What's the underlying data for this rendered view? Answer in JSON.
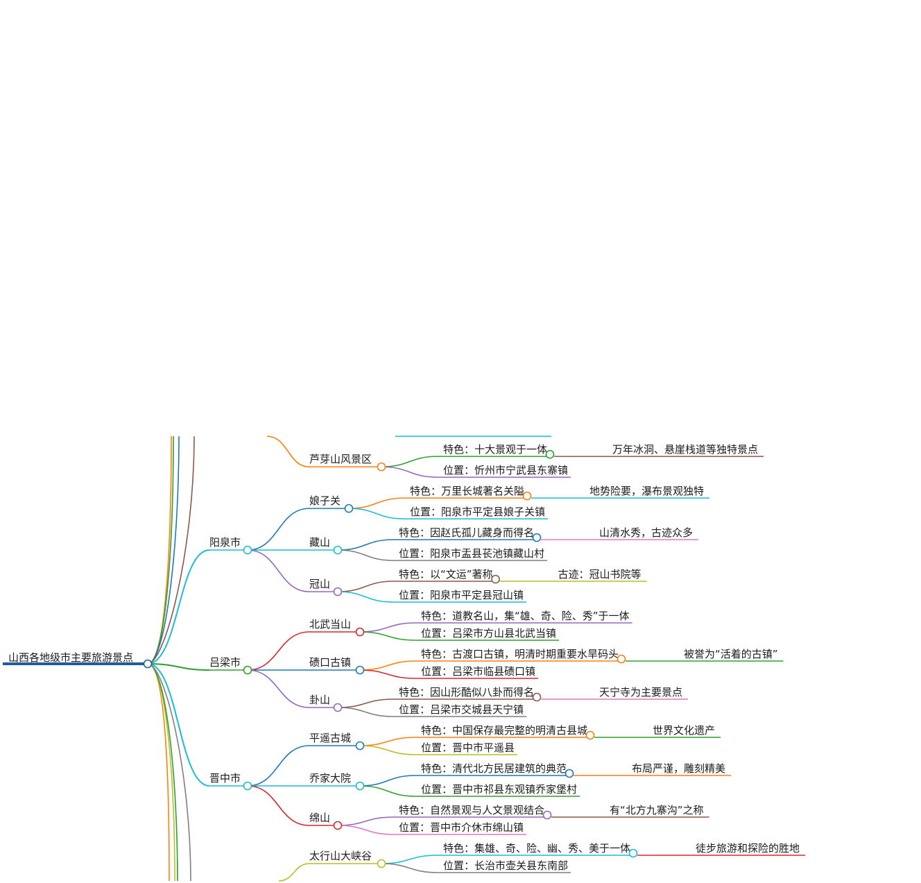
{
  "root": {
    "label": "山西各地级市主要旅游景点",
    "color": "#1f5f99"
  },
  "cities": [
    {
      "name": "阳泉市",
      "color": "#17becf",
      "spots": [
        {
          "name": "娘子关",
          "color": "#1f77b4",
          "children": [
            {
              "text": "特色：万里长城著名关隘",
              "color": "#ff7f0e",
              "extra": {
                "text": "地势险要，瀑布景观独特",
                "color": "#17becf"
              }
            },
            {
              "text": "位置：阳泉市平定县娘子关镇",
              "color": "#17becf"
            }
          ]
        },
        {
          "name": "藏山",
          "color": "#17becf",
          "children": [
            {
              "text": "特色：因赵氏孤儿藏身而得名",
              "color": "#1f77b4",
              "extra": {
                "text": "山清水秀，古迹众多",
                "color": "#e377c2"
              }
            },
            {
              "text": "位置：阳泉市盂县苌池镇藏山村",
              "color": "#7f7f7f"
            }
          ]
        },
        {
          "name": "冠山",
          "color": "#9467bd",
          "children": [
            {
              "text": "特色：以“文运”著称",
              "color": "#8c564b",
              "extra": {
                "text": "古迹：冠山书院等",
                "color": "#bcbd22"
              }
            },
            {
              "text": "位置：阳泉市平定县冠山镇",
              "color": "#17becf"
            }
          ]
        }
      ]
    },
    {
      "name": "吕梁市",
      "color": "#2ca02c",
      "spots": [
        {
          "name": "北武当山",
          "color": "#d62728",
          "children": [
            {
              "text": "特色：道教名山，集“雄、奇、险、秀”于一体",
              "color": "#9467bd"
            },
            {
              "text": "位置：吕梁市方山县北武当镇",
              "color": "#2ca02c"
            }
          ]
        },
        {
          "name": "碛口古镇",
          "color": "#1f77b4",
          "children": [
            {
              "text": "特色：古渡口古镇，明清时期重要水旱码头",
              "color": "#ff7f0e",
              "extra": {
                "text": "被誉为“活着的古镇”",
                "color": "#2ca02c"
              }
            },
            {
              "text": "位置：吕梁市临县碛口镇",
              "color": "#d62728"
            }
          ]
        },
        {
          "name": "卦山",
          "color": "#9467bd",
          "children": [
            {
              "text": "特色：因山形酷似八卦而得名",
              "color": "#8c564b",
              "extra": {
                "text": "天宁寺为主要景点",
                "color": "#e377c2"
              }
            },
            {
              "text": "位置：吕梁市交城县天宁镇",
              "color": "#7f7f7f"
            }
          ]
        }
      ]
    },
    {
      "name": "晋中市",
      "color": "#17becf",
      "spots": [
        {
          "name": "平遥古城",
          "color": "#1f77b4",
          "children": [
            {
              "text": "特色：中国保存最完整的明清古县城",
              "color": "#ff7f0e",
              "extra": {
                "text": "世界文化遗产",
                "color": "#2ca02c"
              }
            },
            {
              "text": "位置：晋中市平遥县",
              "color": "#bcbd22"
            }
          ]
        },
        {
          "name": "乔家大院",
          "color": "#17becf",
          "children": [
            {
              "text": "特色：清代北方民居建筑的典范",
              "color": "#1f77b4",
              "extra": {
                "text": "布局严谨，雕刻精美",
                "color": "#ff7f0e"
              }
            },
            {
              "text": "位置：晋中市祁县东观镇乔家堡村",
              "color": "#2ca02c"
            }
          ]
        },
        {
          "name": "绵山",
          "color": "#d62728",
          "children": [
            {
              "text": "特色：自然景观与人文景观结合",
              "color": "#9467bd",
              "extra": {
                "text": "有“北方九寨沟”之称",
                "color": "#8c564b"
              }
            },
            {
              "text": "位置：晋中市介休市绵山镇",
              "color": "#e377c2"
            }
          ]
        }
      ]
    }
  ],
  "partial_top": {
    "name": "芦芽山风景区",
    "color": "#ff7f0e",
    "children": [
      {
        "text": "特色：十大景观于一体",
        "color": "#2ca02c",
        "extra": {
          "text": "万年冰洞、悬崖栈道等独特景点",
          "color": "#8c564b"
        }
      },
      {
        "text": "位置：忻州市宁武县东寨镇",
        "color": "#9467bd"
      }
    ]
  },
  "partial_bottom": {
    "name": "太行山大峡谷",
    "color": "#bcbd22",
    "children": [
      {
        "text": "特色：集雄、奇、险、幽、秀、美于一体",
        "color": "#17becf",
        "extra": {
          "text": "徒步旅游和探险的胜地",
          "color": "#d62728"
        }
      },
      {
        "text": "位置：长治市壶关县东南部",
        "color": "#7f7f7f"
      }
    ]
  }
}
